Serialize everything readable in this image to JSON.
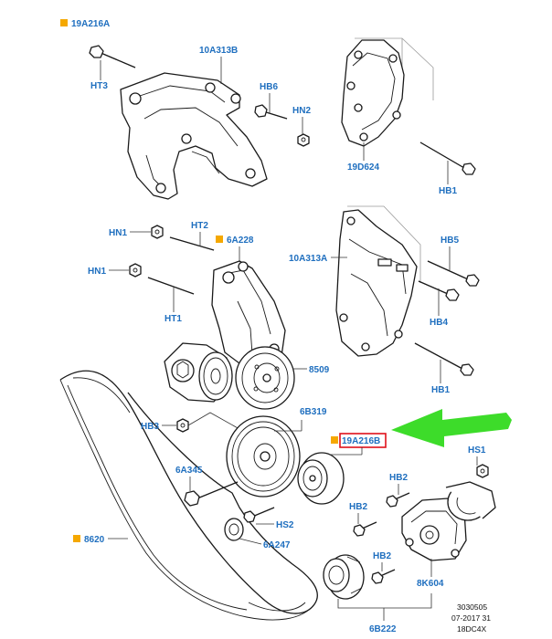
{
  "labels": {
    "p19A216A": "19A216A",
    "p10A313B": "10A313B",
    "pHT3": "HT3",
    "pHB6": "HB6",
    "pHN2": "HN2",
    "p19D624": "19D624",
    "pHB1a": "HB1",
    "pHN1a": "HN1",
    "pHT2": "HT2",
    "p6A228": "6A228",
    "p10A313A": "10A313A",
    "pHB5": "HB5",
    "pHN1b": "HN1",
    "pHT1": "HT1",
    "pHB4": "HB4",
    "p8509": "8509",
    "pHB1b": "HB1",
    "p6B319": "6B319",
    "pHB3": "HB3",
    "p19A216B": "19A216B",
    "pHS1": "HS1",
    "p6A345": "6A345",
    "pHB2a": "HB2",
    "pHB2b": "HB2",
    "pHS2": "HS2",
    "p8620": "8620",
    "p6A247": "6A247",
    "pHB2c": "HB2",
    "p8K604": "8K604",
    "p6B222": "6B222"
  },
  "reference": {
    "line1": "3030505",
    "line2": "07-2017 31",
    "line3": "18DC4X"
  },
  "colors": {
    "label": "#1f6fbf",
    "marker": "#f5a800",
    "arrow": "#3ddc2a",
    "highlight": "#e0101a"
  }
}
